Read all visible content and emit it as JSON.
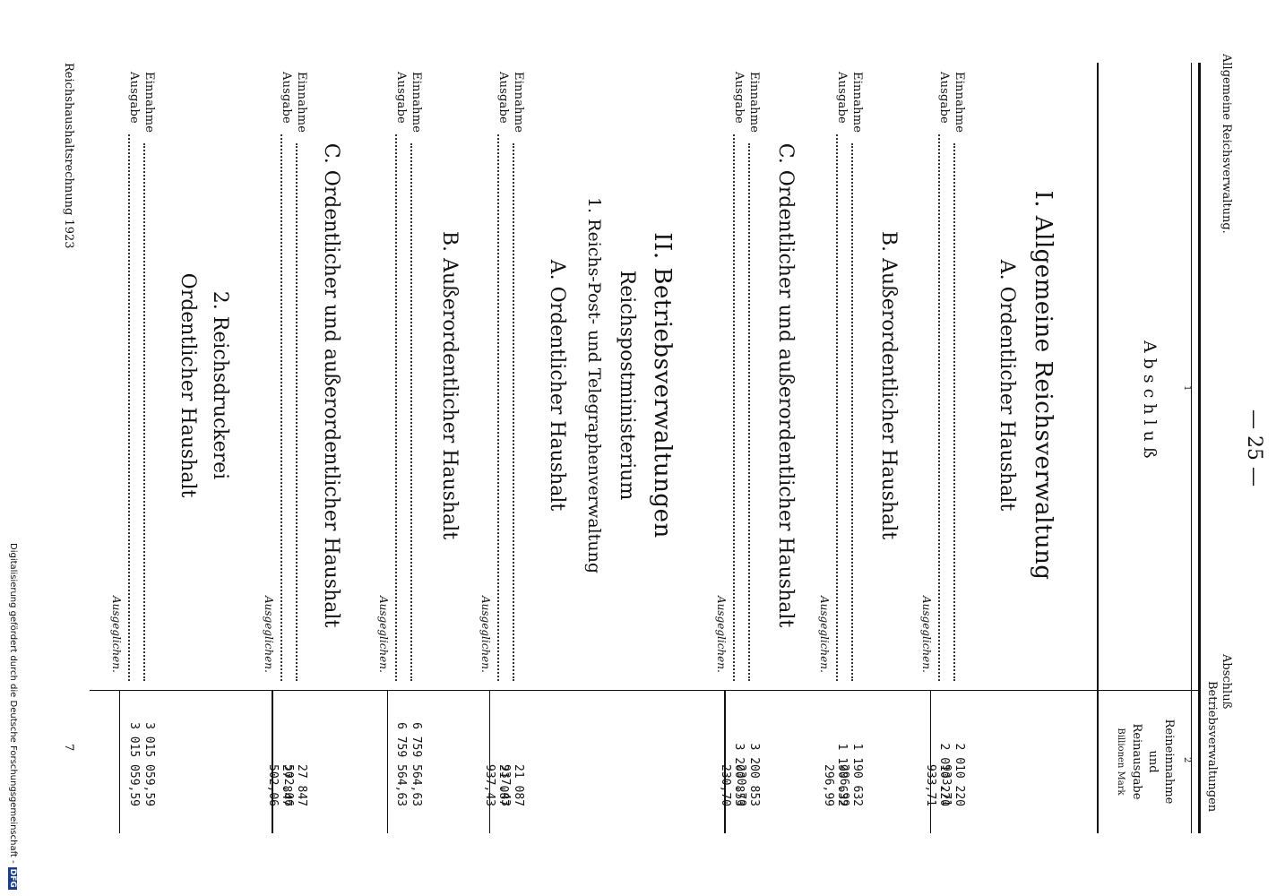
{
  "header": {
    "page_number": "— 25 —",
    "subtitle_left": "Allgemeine Reichsverwaltung.",
    "subtitle_right": "Betriebsverwaltungen",
    "title": "Abschluß"
  },
  "table_header": {
    "col1_number": "1",
    "col1_title": "Abschluß",
    "col2_number": "2",
    "col2_line1": "Reineinnahme",
    "col2_line2": "und",
    "col2_line3": "Reinausgabe",
    "col2_unit": "Billionen Mark"
  },
  "sections": {
    "s1_title": "I. Allgemeine Reichsverwaltung",
    "s1a_title": "A. Ordentlicher Haushalt",
    "s1a_einnahme_label": "Einnahme",
    "s1a_einnahme_value": "2 010 220 933,71",
    "s1a_ausgabe_label": "Ausgabe",
    "s1a_ausgabe_value": "2 010 220 933,71",
    "s1a_ausgeglichen": "Ausgeglichen.",
    "s1b_title": "B. Außerordentlicher Haushalt",
    "s1b_einnahme_label": "Einnahme",
    "s1b_einnahme_value": "1 190 632 296,99",
    "s1b_ausgabe_label": "Ausgabe",
    "s1b_ausgabe_value": "1 190 632 296,99",
    "s1b_ausgeglichen": "Ausgeglichen.",
    "s1c_title": "C. Ordentlicher und außerordentlicher Haushalt",
    "s1c_einnahme_label": "Einnahme",
    "s1c_einnahme_value": "3 200 853 230,70",
    "s1c_ausgabe_label": "Ausgabe",
    "s1c_ausgabe_value": "3 200 853 230,70",
    "s1c_ausgeglichen": "Ausgeglichen.",
    "s2_title": "II. Betriebsverwaltungen",
    "s2_1_title1": "Reichspostministerium",
    "s2_1_title2": "1. Reichs-Post- und Telegraphenverwaltung",
    "s2_1a_title": "A. Ordentlicher Haushalt",
    "s2_1a_einnahme_label": "Einnahme",
    "s2_1a_einnahme_value": "21 087 937,43",
    "s2_1a_ausgabe_label": "Ausgabe",
    "s2_1a_ausgabe_value": "21 087 937,43",
    "s2_1a_ausgeglichen": "Ausgeglichen.",
    "s2_1b_title": "B. Außerordentlicher Haushalt",
    "s2_1b_einnahme_label": "Einnahme",
    "s2_1b_einnahme_value": "6 759 564,63",
    "s2_1b_ausgabe_label": "Ausgabe",
    "s2_1b_ausgabe_value": "6 759 564,63",
    "s2_1b_ausgeglichen": "Ausgeglichen.",
    "s2_1c_title": "C. Ordentlicher und außerordentlicher Haushalt",
    "s2_1c_einnahme_label": "Einnahme",
    "s2_1c_einnahme_value": "27 847 502,06",
    "s2_1c_ausgabe_label": "Ausgabe",
    "s2_1c_ausgabe_value": "27 847 502,06",
    "s2_1c_ausgeglichen": "Ausgeglichen.",
    "s2_2_title1": "2. Reichsdruckerei",
    "s2_2_title2": "Ordentlicher Haushalt",
    "s2_2_einnahme_label": "Einnahme",
    "s2_2_einnahme_value": "3 015 059,59",
    "s2_2_ausgabe_label": "Ausgabe",
    "s2_2_ausgabe_value": "3 015 059,59",
    "s2_2_ausgeglichen": "Ausgeglichen."
  },
  "footer": {
    "left": "Reichshaushaltsrechnung 1923",
    "right": "7"
  },
  "digitization_note": "Digitalisierung gefördert durch die Deutsche Forschungsgemeinschaft -",
  "dfg_logo": "DFG"
}
